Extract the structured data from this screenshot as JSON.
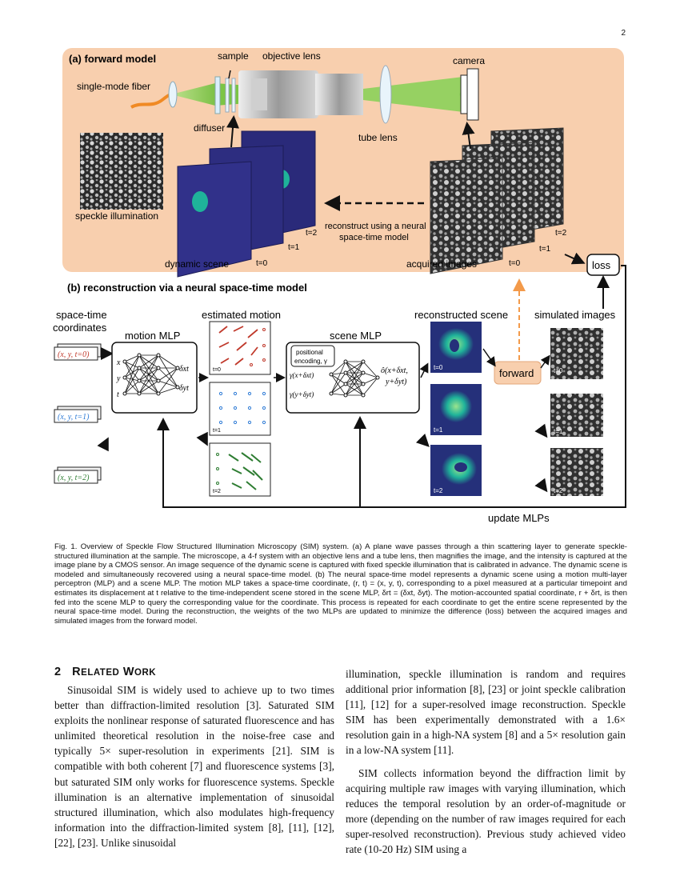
{
  "page_number": "2",
  "figure": {
    "panel_a": {
      "title": "(a) forward model",
      "labels": {
        "sample": "sample",
        "objective_lens": "objective lens",
        "camera": "camera",
        "fiber": "single-mode fiber",
        "diffuser": "diffuser",
        "tube_lens": "tube lens",
        "speckle_illumination": "speckle illumination",
        "reconstruct_note_1": "reconstruct using a neural",
        "reconstruct_note_2": "space-time model",
        "dynamic_scene": "dynamic scene",
        "acquired_images": "acquired images",
        "t0": "t=0",
        "t1": "t=1",
        "t2": "t=2"
      }
    },
    "panel_b": {
      "title": "(b) reconstruction via a neural space-time model",
      "labels": {
        "coords_1": "space-time",
        "coords_2": "coordinates",
        "motion_mlp": "motion MLP",
        "estimated_motion": "estimated motion",
        "scene_mlp": "scene MLP",
        "reconstructed_scene": "reconstructed scene",
        "simulated_images": "simulated images",
        "positional_1": "positional",
        "positional_2": "encoding, γ",
        "forward": "forward",
        "loss": "loss",
        "update": "update MLPs",
        "coord_t0": "(x, y, t=0)",
        "coord_t1": "(x, y, t=1)",
        "coord_t2": "(x, y, t=2)",
        "in_x": "x",
        "in_y": "y",
        "in_t": "t",
        "out_dx": "δxt",
        "out_dy": "δyt",
        "gamma_x": "γ(x+δxt)",
        "gamma_y": "γ(y+δyt)",
        "o_hat_1": "ô(x+δxt,",
        "o_hat_2": "y+δyt)",
        "t0": "t=0",
        "t1": "t=1",
        "t2": "t=2"
      }
    },
    "colors": {
      "panel_a_bg": "#f8cfae",
      "scene_dark": "#2a2a7a",
      "scene_teal": "#1fb39a",
      "t0_red": "#c0392b",
      "t1_blue": "#2e7bd6",
      "t2_green": "#2e7d32",
      "forward_box": "#f8cfae",
      "dashed_orange": "#f39a4a"
    }
  },
  "caption": "Fig. 1. Overview of Speckle Flow Structured Illumination Microscopy (SIM) system. (a) A plane wave passes through a thin scattering layer to generate speckle-structured illumination at the sample. The microscope, a 4-f system with an objective lens and a tube lens, then magnifies the image, and the intensity is captured at the image plane by a CMOS sensor. An image sequence of the dynamic scene is captured with fixed speckle illumination that is calibrated in advance. The dynamic scene is modeled and simultaneously recovered using a neural space-time model. (b) The neural space-time model represents a dynamic scene using a motion multi-layer perceptron (MLP) and a scene MLP. The motion MLP takes a space-time coordinate, (r, t) = (x, y, t), corresponding to a pixel measured at a particular timepoint and estimates its displacement at t relative to the time-independent scene stored in the scene MLP, δrt = (δxt, δyt). The motion-accounted spatial coordinate, r + δrt, is then fed into the scene MLP to query the corresponding value for the coordinate. This process is repeated for each coordinate to get the entire scene represented by the neural space-time model. During the reconstruction, the weights of the two MLPs are updated to minimize the difference (loss) between the acquired images and simulated images from the forward model.",
  "section": {
    "number": "2",
    "title_first": "R",
    "title_rest_1": "ELATED",
    "title_space": " ",
    "title_first2": "W",
    "title_rest_2": "ORK"
  },
  "left_column": [
    "Sinusoidal SIM is widely used to achieve up to two times better than diffraction-limited resolution [3]. Saturated SIM exploits the nonlinear response of saturated fluorescence and has unlimited theoretical resolution in the noise-free case and typically 5× super-resolution in experiments [21]. SIM is compatible with both coherent [7] and fluorescence systems [3], but saturated SIM only works for fluorescence systems. Speckle illumination is an alternative implementation of sinusoidal structured illumination, which also modulates high-frequency information into the diffraction-limited system [8], [11], [12], [22], [23]. Unlike sinusoidal"
  ],
  "right_column": [
    "illumination, speckle illumination is random and requires additional prior information [8], [23] or joint speckle calibration [11], [12] for a super-resolved image reconstruction. Speckle SIM has been experimentally demonstrated with a 1.6× resolution gain in a high-NA system [8] and a 5× resolution gain in a low-NA system [11].",
    "SIM collects information beyond the diffraction limit by acquiring multiple raw images with varying illumination, which reduces the temporal resolution by an order-of-magnitude or more (depending on the number of raw images required for each super-resolved reconstruction). Previous study achieved video rate (10-20 Hz) SIM using a"
  ]
}
